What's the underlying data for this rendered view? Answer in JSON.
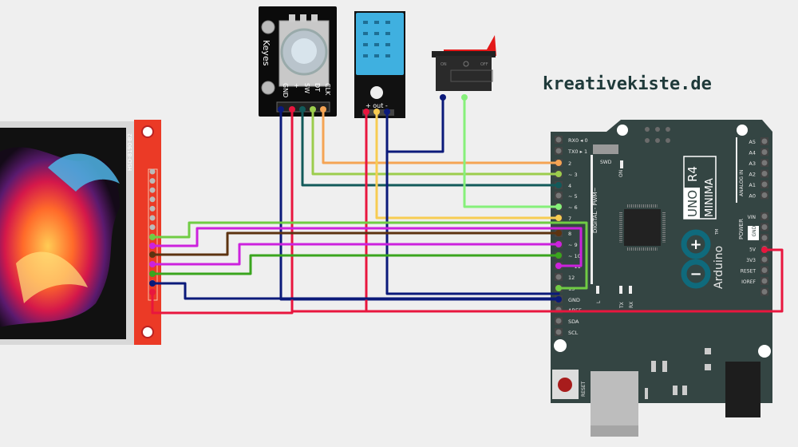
{
  "watermark": "kreativekiste.de",
  "display": {
    "model_label": "HSD-8190-B2"
  },
  "encoder": {
    "brand": "Keyes",
    "pins": [
      "GND",
      "+",
      "SW",
      "DT",
      "CLK"
    ]
  },
  "dht": {
    "pins_label": "+ out -"
  },
  "switch": {
    "on_label": "ON",
    "off_label": "OFF"
  },
  "arduino": {
    "name_uno": "UNO",
    "name_r4": "R4",
    "name_minima": "MINIMA",
    "brand": "Arduino",
    "tm": "TM",
    "digital_label": "DIGITAL - PWM~",
    "analog_label": "ANALOG IN",
    "power_label": "POWER",
    "swd_label": "SWD",
    "on_label": "ON",
    "led_l": "L",
    "led_tx": "TX",
    "led_rx": "RX",
    "reset_label": "RESET",
    "digital_pins": [
      "RX0 ◂ 0",
      "TX0 ▸ 1",
      "2",
      "~ 3",
      "4",
      "~ 5",
      "~ 6",
      "7",
      "8",
      "~ 9",
      "~ 10",
      "~ 11",
      "12",
      "13",
      "GND",
      "AREF",
      "SDA",
      "SCL"
    ],
    "analog_pins": [
      "A5",
      "A4",
      "A3",
      "A2",
      "A1",
      "A0"
    ],
    "power_pins": [
      "VIN",
      "GND",
      "",
      "5V",
      "3V3",
      "RESET",
      "IOREF",
      ""
    ]
  },
  "colors": {
    "board": "#344543",
    "orange": "#f5a454",
    "lime": "#9ccd4d",
    "teal": "#125a5a",
    "lightgreen": "#86f07a",
    "yellow": "#f7cc52",
    "brown": "#5c3310",
    "magenta": "#cc22dd",
    "green": "#3aa51e",
    "green2": "#70cc44",
    "navy": "#0b1a7a",
    "red": "#e8163e",
    "accent": "#0f6a7c"
  }
}
